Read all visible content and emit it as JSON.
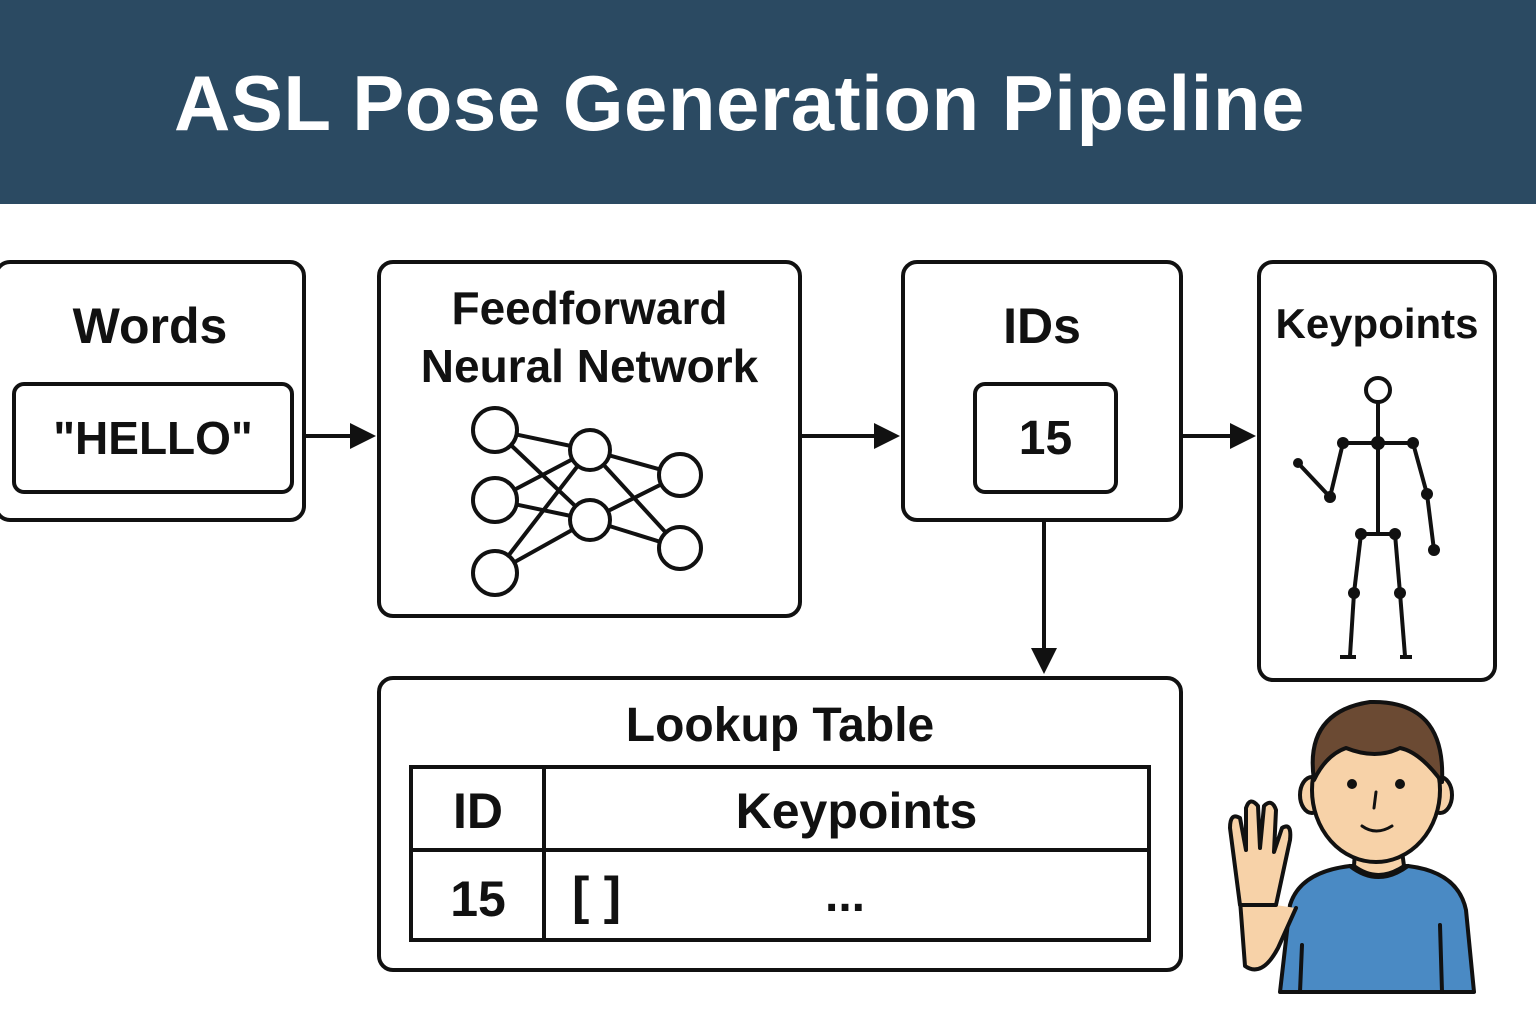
{
  "title": "ASL Pose Generation Pipeline",
  "colors": {
    "header_bg": "#2b4a62",
    "title_text": "#ffffff",
    "stroke": "#111111",
    "person_shirt": "#4a8ac4",
    "person_skin": "#f7d2a8",
    "person_hair": "#6b4a33"
  },
  "words_box": {
    "title": "Words",
    "value": "\"HELLO\""
  },
  "network_box": {
    "title_line1": "Feedforward",
    "title_line2": "Neural Network",
    "icon": "neural-network-icon"
  },
  "ids_box": {
    "title": "IDs",
    "value": "15"
  },
  "keypoints_box": {
    "title": "Keypoints",
    "icon": "stick-figure-skeleton-icon"
  },
  "lookup_table": {
    "title": "Lookup Table",
    "columns": [
      "ID",
      "Keypoints"
    ],
    "rows": [
      {
        "id": "15",
        "bracket": "[ ]",
        "ellipsis": "..."
      }
    ]
  },
  "illustration": {
    "icon": "waving-person-icon"
  }
}
